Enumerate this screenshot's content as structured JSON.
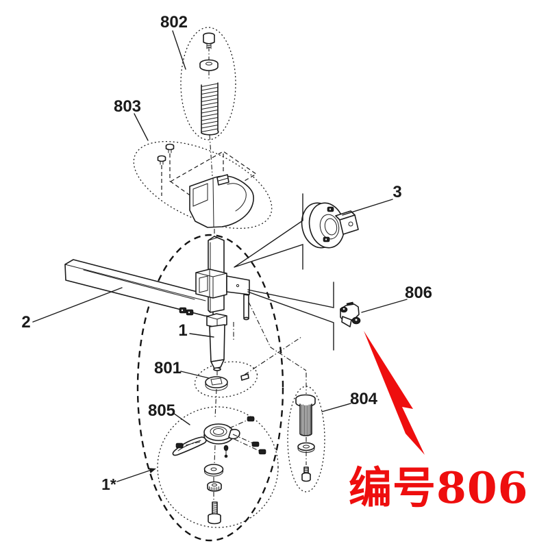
{
  "figure": {
    "callouts": {
      "c802": {
        "text": "802"
      },
      "c803": {
        "text": "803"
      },
      "c3": {
        "text": "3"
      },
      "c2": {
        "text": "2"
      },
      "c806": {
        "text": "806"
      },
      "c1": {
        "text": "1"
      },
      "c801": {
        "text": "801"
      },
      "c805": {
        "text": "805"
      },
      "c804": {
        "text": "804"
      },
      "c1star": {
        "text": "1*"
      }
    },
    "annotation": {
      "text": "编号806"
    }
  },
  "colors": {
    "line": "#1b1b1b",
    "label": "#1a1a1a",
    "accent_red": "#ee0e0e",
    "background": "#ffffff"
  }
}
